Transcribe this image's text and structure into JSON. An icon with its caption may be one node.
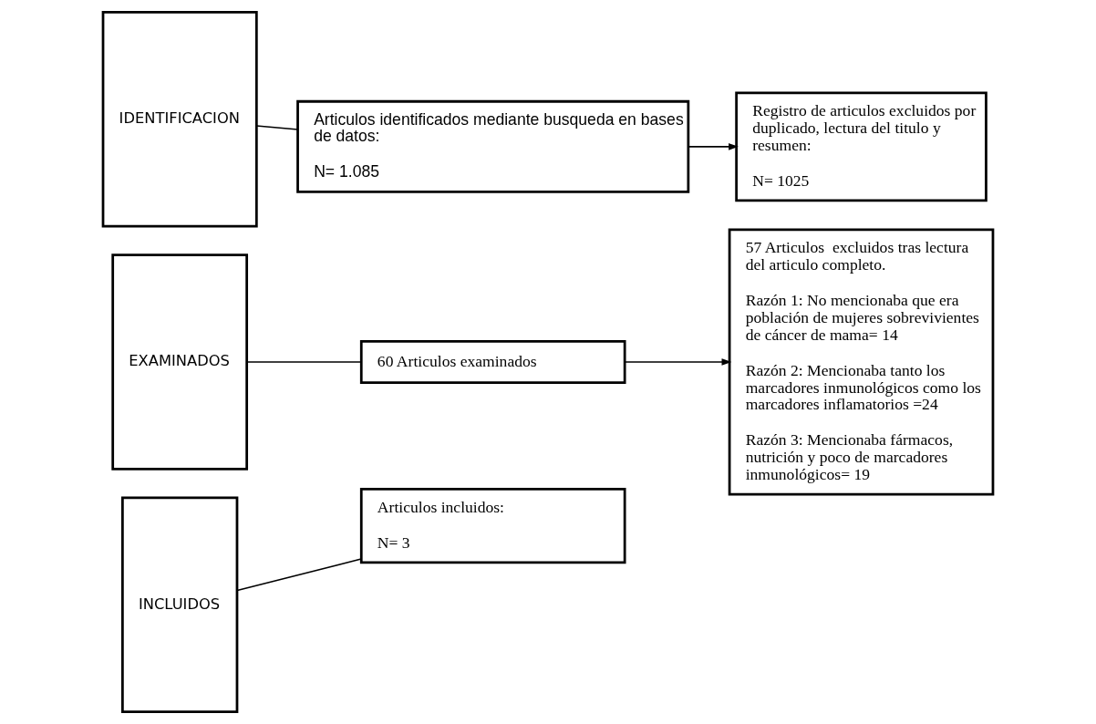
{
  "diagram": {
    "nodes": [
      {
        "text": [
          "IDENTIFICACION"
        ]
      },
      {
        "text": [
          "Articulos identificados mediante busqueda en bases de datos:",
          "N= 1.085"
        ]
      },
      {
        "text": [
          "Registro de articulos excluidos por duplicado, lectura del titulo y resumen:",
          "N= 1025"
        ]
      },
      {
        "text": [
          "EXAMINADOS"
        ]
      },
      {
        "text": [
          "60 Articulos examinados"
        ]
      },
      {
        "text": [
          "57 Articulos  excluidos tras lectura del articulo completo.",
          "Razón 1: No mencionaba que era población de mujeres sobrevivientes de cáncer de mama= 14",
          "Razón 2: Mencionaba tanto los marcadores inmunológicos como los marcadores inflamatorios =24",
          "Razón 3: Mencionaba fármacos, nutrición y poco de marcadores inmunológicos= 19"
        ]
      },
      {
        "text": [
          "INCLUIDOS"
        ]
      },
      {
        "text": [
          "Articulos incluidos:",
          "N= 3"
        ]
      }
    ],
    "edges": [
      {
        "from": 0,
        "to": 1,
        "arrow": "none"
      },
      {
        "from": 1,
        "to": 2,
        "arrow": "to"
      },
      {
        "from": 3,
        "to": 4,
        "arrow": "none"
      },
      {
        "from": 4,
        "to": 5,
        "arrow": "to"
      },
      {
        "from": 6,
        "to": 7,
        "arrow": "none"
      }
    ]
  }
}
